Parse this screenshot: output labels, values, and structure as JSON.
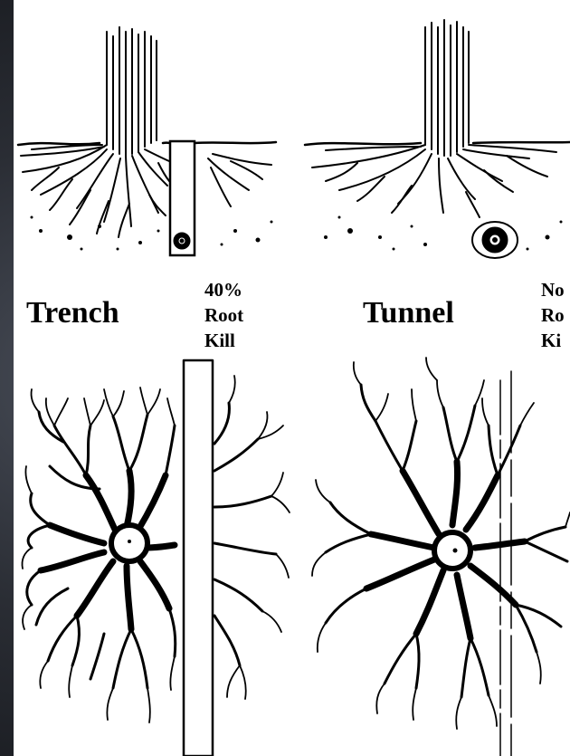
{
  "panels": [
    {
      "name": "trench",
      "title": "Trench",
      "caption": [
        "40%",
        "Root",
        "Kill"
      ]
    },
    {
      "name": "tunnel",
      "title": "Tunnel",
      "caption": [
        "No",
        "Ro",
        "Ki"
      ]
    }
  ],
  "colors": {
    "ink": "#000000",
    "paper": "#ffffff",
    "frame": "#2a2d34"
  }
}
